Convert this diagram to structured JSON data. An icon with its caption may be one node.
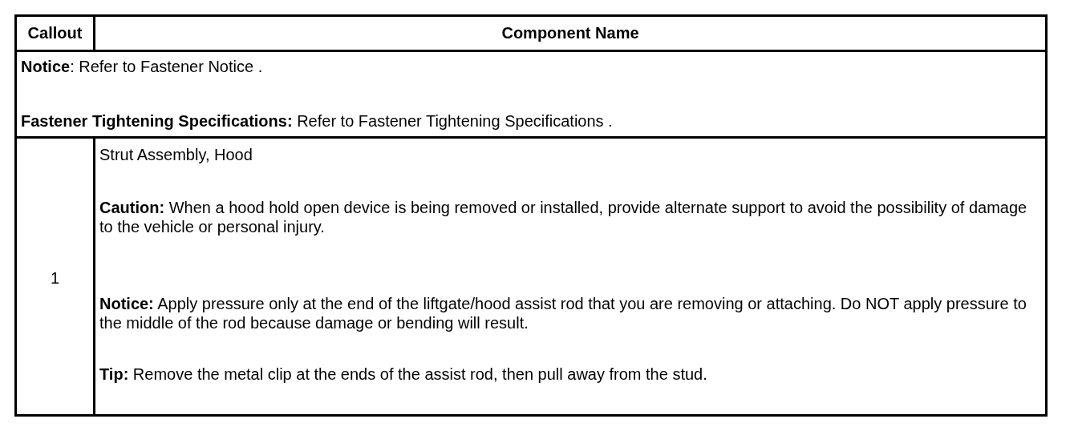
{
  "diagram": {
    "labels": [
      "Callout",
      "Component Name",
      "**Notice**: Refer to Fastener Notice .",
      "**Fastener Tightening Specifications:** Refer to Fastener Tightening Specifications .",
      "1",
      "Strut Assembly, Hood",
      "**Caution:** When a hood hold open device is being removed or installed, provide alternate support to avoid the possibility of damage to the vehicle or personal injury.",
      "**Notice:** Apply pressure only at the end of the liftgate/hood assist rod that you are removing or attaching. Do NOT apply pressure to the middle of the rod because damage or bending will result.",
      "**Tip:** Remove the metal clip at the ends of the assist rod, then pull away from the stud."
    ]
  }
}
